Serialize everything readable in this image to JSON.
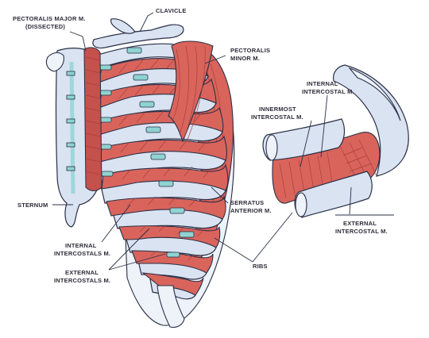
{
  "labels": {
    "pectoralis_major": [
      "PECTORALIS MAJOR M.",
      "(DISSECTED)"
    ],
    "clavicle": "CLAVICLE",
    "pectoralis_minor": [
      "PECTORALIS",
      "MINOR M."
    ],
    "sternum": "STERNUM",
    "serratus_anterior": [
      "SERRATUS",
      "ANTERIOR M."
    ],
    "internal_intercostals": [
      "INTERNAL",
      "INTERCOSTALS M."
    ],
    "external_intercostals": [
      "EXTERNAL",
      "INTERCOSTALS M."
    ],
    "ribs": "RIBS",
    "internal_intercostal": [
      "INTERNAL",
      "INTERCOSTAL M."
    ],
    "innermost_intercostal": [
      "INNERMOST",
      "INTERCOSTAL M."
    ],
    "external_intercostal": [
      "EXTERNAL",
      "INTERCOSTAL M."
    ]
  },
  "colors": {
    "bone": "#d9e3f2",
    "muscle": "#d9645c",
    "cartilage": "#8fd3d2",
    "outline": "#2a2f45"
  }
}
